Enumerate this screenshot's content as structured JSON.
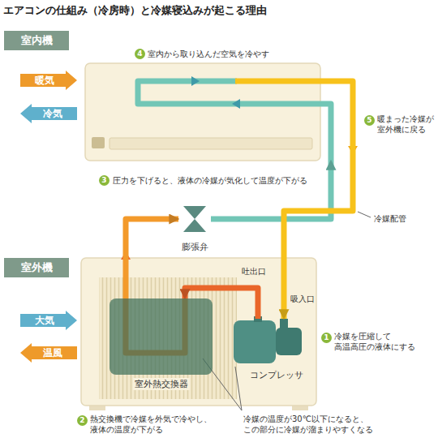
{
  "diagram": {
    "title": "エアコンの仕組み（冷房時）と冷媒寝込みが起こる理由",
    "nodes": [
      {
        "text": [
          "室内機"
        ]
      },
      {
        "text": [
          "暖気"
        ]
      },
      {
        "text": [
          "冷気"
        ]
      },
      {
        "text": [
          "膨張弁"
        ]
      },
      {
        "text": [
          "室外機"
        ]
      },
      {
        "text": [
          "大気"
        ]
      },
      {
        "text": [
          "温風"
        ]
      },
      {
        "text": [
          "室外熱交換器"
        ],
        "in": 4
      },
      {
        "text": [
          "コンプレッサ"
        ],
        "in": 4
      }
    ],
    "edges": [
      {
        "from": 8,
        "to": 7,
        "arrow": "to"
      },
      {
        "from": 7,
        "to": 3,
        "arrow": "to"
      },
      {
        "from": 3,
        "to": 0,
        "arrow": "to"
      },
      {
        "from": 0,
        "to": 8,
        "arrow": "to"
      }
    ],
    "labels": [
      "4",
      "室内から取り込んだ空気を冷やす",
      "5",
      "暖まった冷媒が 室外機に戻る",
      "3",
      "圧力を下げると、液体の冷媒が気化して温度が下がる",
      "冷媒配管",
      "吐出口",
      "吸入口",
      "1",
      "冷媒を圧縮して 高温高圧の液体にする",
      "2",
      "熱交換機で冷媒を外気で冷やし、 液体の温度が下がる",
      "冷媒の温度が30℃以下になると、 この部分に冷媒が溜まりやすくなる"
    ]
  }
}
